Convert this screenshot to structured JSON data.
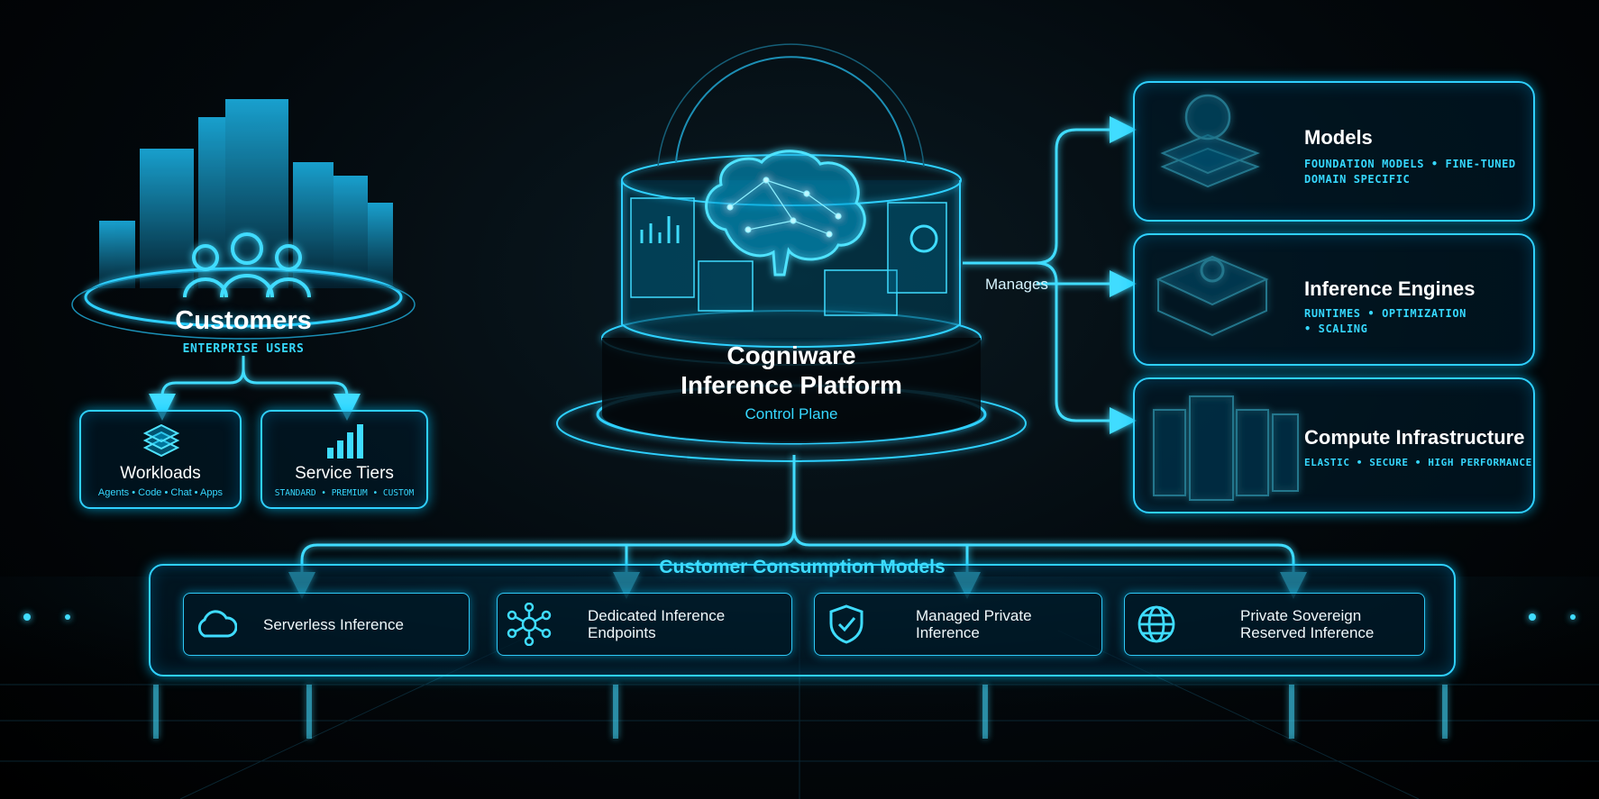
{
  "customers": {
    "title": "Customers",
    "subtitle": "ENTERPRISE USERS"
  },
  "workloads": {
    "title": "Workloads",
    "items": "Agents • Code • Chat • Apps"
  },
  "service_tiers": {
    "title": "Service Tiers",
    "items": "STANDARD • PREMIUM • CUSTOM"
  },
  "platform": {
    "line1": "Cogniware",
    "line2": "Inference Platform",
    "sub": "Control Plane"
  },
  "manages_label": "Manages",
  "models": {
    "title": "Models",
    "line1": "FOUNDATION MODELS • FINE-TUNED",
    "line2": "DOMAIN SPECIFIC"
  },
  "engines": {
    "title": "Inference Engines",
    "line1": "RUNTIMES • OPTIMIZATION",
    "line2": "• SCALING"
  },
  "compute": {
    "title": "Compute Infrastructure",
    "line1": "ELASTIC • SECURE • HIGH PERFORMANCE"
  },
  "consumption": {
    "title": "Customer Consumption Models",
    "items": [
      {
        "label": "Serverless Inference",
        "icon": "cloud-icon"
      },
      {
        "label": "Dedicated Inference Endpoints",
        "icon": "network-nodes-icon"
      },
      {
        "label": "Managed Private Inference",
        "icon": "shield-check-icon"
      },
      {
        "label": "Private Sovereign Reserved Inference",
        "icon": "globe-icon"
      }
    ]
  },
  "colors": {
    "accent": "#2fd0ff",
    "background": "#03080c"
  }
}
